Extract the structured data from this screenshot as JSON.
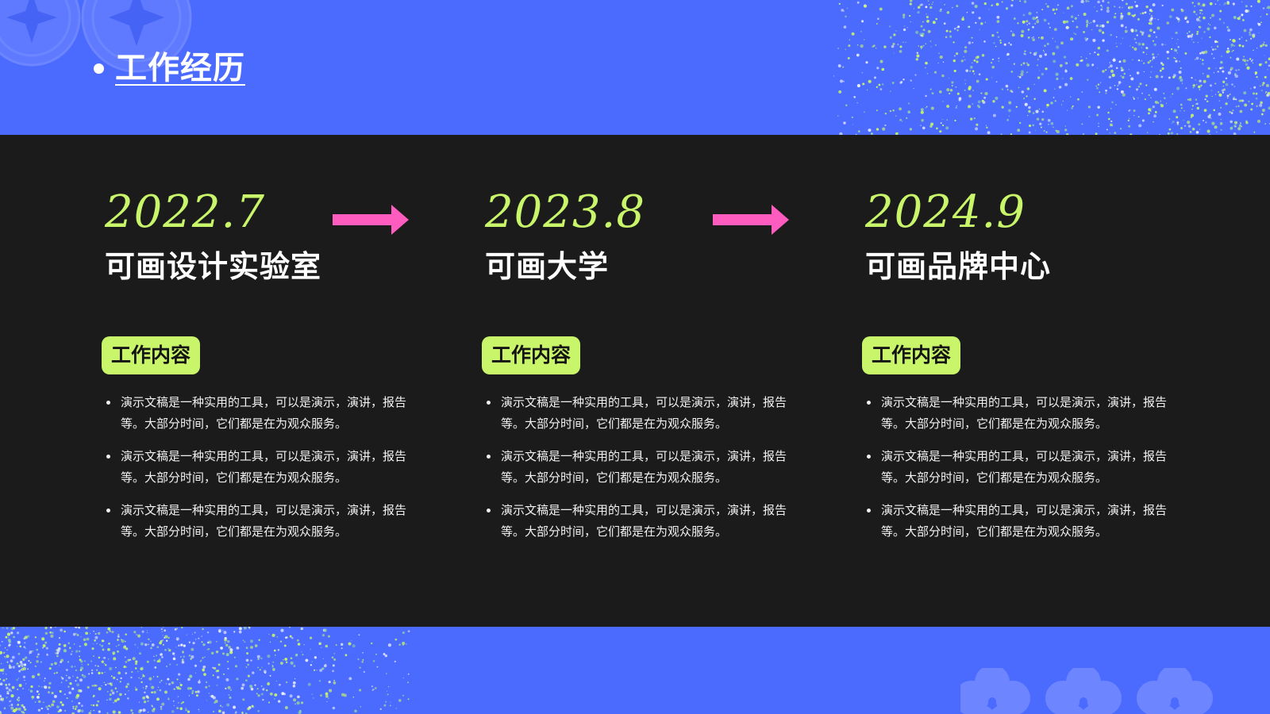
{
  "header": {
    "title": "工作经历"
  },
  "colors": {
    "background_blue": "#4b6bff",
    "dark_band": "#1b1b1b",
    "accent_lime": "#c8f56a",
    "arrow_pink": "#ff5cc0"
  },
  "timeline": [
    {
      "date": "2022.7",
      "org": "可画设计实验室",
      "badge": "工作内容",
      "items": [
        "演示文稿是一种实用的工具，可以是演示，演讲，报告等。大部分时间，它们都是在为观众服务。",
        "演示文稿是一种实用的工具，可以是演示，演讲，报告等。大部分时间，它们都是在为观众服务。",
        "演示文稿是一种实用的工具，可以是演示，演讲，报告等。大部分时间，它们都是在为观众服务。"
      ]
    },
    {
      "date": "2023.8",
      "org": "可画大学",
      "badge": "工作内容",
      "items": [
        "演示文稿是一种实用的工具，可以是演示，演讲，报告等。大部分时间，它们都是在为观众服务。",
        "演示文稿是一种实用的工具，可以是演示，演讲，报告等。大部分时间，它们都是在为观众服务。",
        "演示文稿是一种实用的工具，可以是演示，演讲，报告等。大部分时间，它们都是在为观众服务。"
      ]
    },
    {
      "date": "2024.9",
      "org": "可画品牌中心",
      "badge": "工作内容",
      "items": [
        "演示文稿是一种实用的工具，可以是演示，演讲，报告等。大部分时间，它们都是在为观众服务。",
        "演示文稿是一种实用的工具，可以是演示，演讲，报告等。大部分时间，它们都是在为观众服务。",
        "演示文稿是一种实用的工具，可以是演示，演讲，报告等。大部分时间，它们都是在为观众服务。"
      ]
    }
  ],
  "icons": {
    "top_left": "star-circle-icon",
    "bottom_right": "flower-icon",
    "arrow": "arrow-right-icon"
  }
}
